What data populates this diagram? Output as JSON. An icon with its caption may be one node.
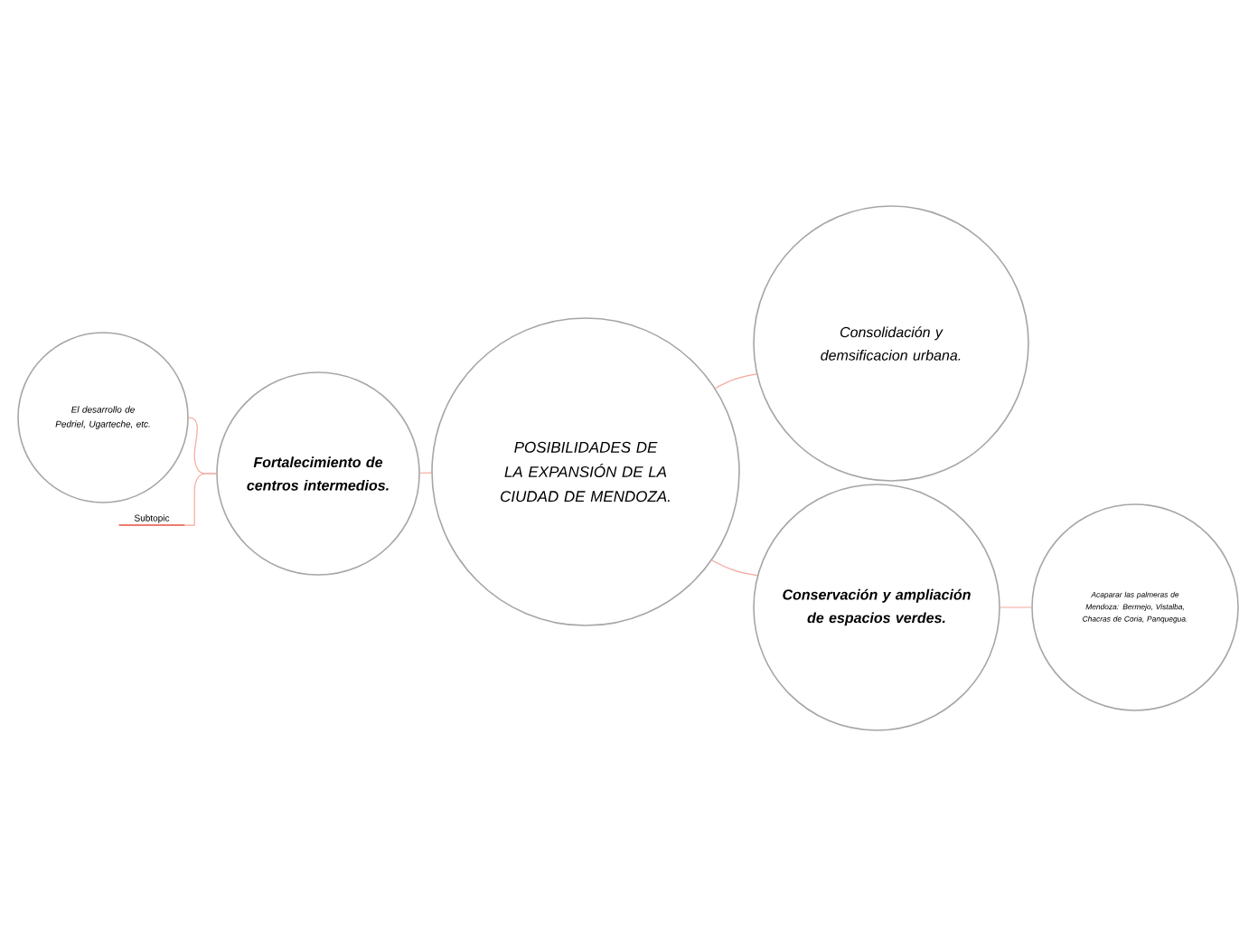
{
  "diagram": {
    "nodes": [
      {
        "text": [
          "POSIBILIDADES DE LA EXPANSIÓN DE LA CIUDAD DE MENDOZA."
        ]
      },
      {
        "text": [
          "Consolidación y demsificacion urbana."
        ]
      },
      {
        "text": [
          "Conservación y ampliación de espacios verdes."
        ]
      },
      {
        "text": [
          "Acaparar las palmeras de Mendoza: Bermejo, Vistalba, Chacras de Coria, Panquegua."
        ]
      },
      {
        "text": [
          "Fortalecimiento de centros intermedios."
        ]
      },
      {
        "text": [
          "El desarrollo de Pedriel, Ugarteche, etc."
        ]
      },
      {
        "text": [
          "Subtopic"
        ]
      }
    ],
    "edges": [
      {
        "from": 0,
        "to": 1,
        "arrow": "none"
      },
      {
        "from": 0,
        "to": 2,
        "arrow": "none"
      },
      {
        "from": 2,
        "to": 3,
        "arrow": "none"
      },
      {
        "from": 0,
        "to": 4,
        "arrow": "none"
      },
      {
        "from": 4,
        "to": 5,
        "arrow": "none"
      },
      {
        "from": 4,
        "to": 6,
        "arrow": "none"
      }
    ]
  }
}
